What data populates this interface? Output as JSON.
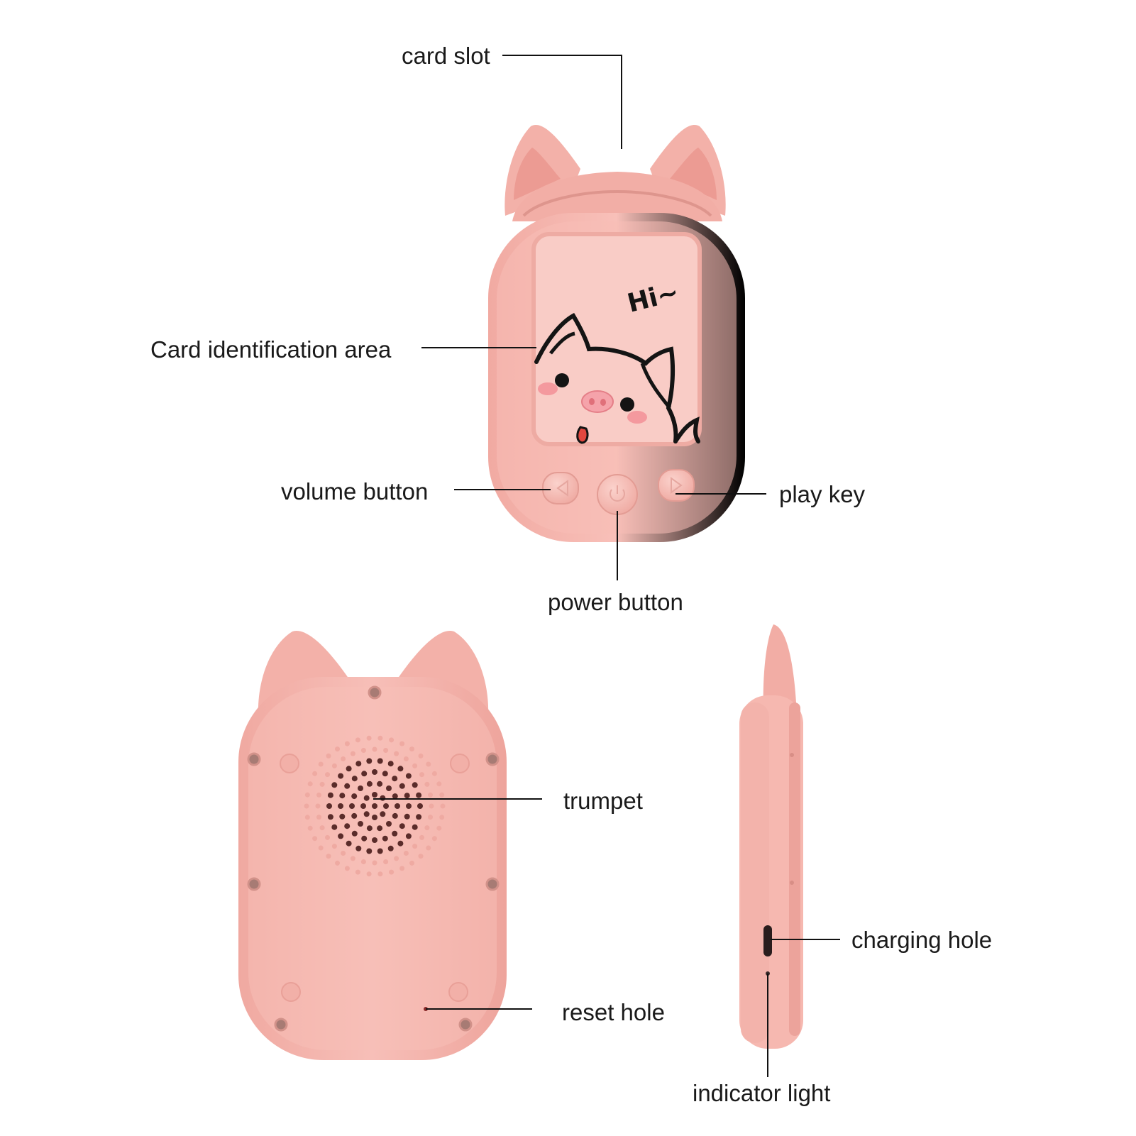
{
  "labels": {
    "card_slot": "card slot",
    "card_identification_area": "Card identification area",
    "volume_button": "volume button",
    "play_key": "play key",
    "power_button": "power button",
    "trumpet": "trumpet",
    "charging_hole": "charging hole",
    "reset_hole": "reset hole",
    "indicator_light": "indicator light"
  },
  "screen_text": "Hi~",
  "colors": {
    "device_body": "#f6b8b0",
    "device_shadow": "#e9a199",
    "screen": "#f9ccc6",
    "ear_inner": "#ee9f98",
    "line": "#111111",
    "cheek": "#f28c94",
    "nose": "#f5a3aa"
  }
}
